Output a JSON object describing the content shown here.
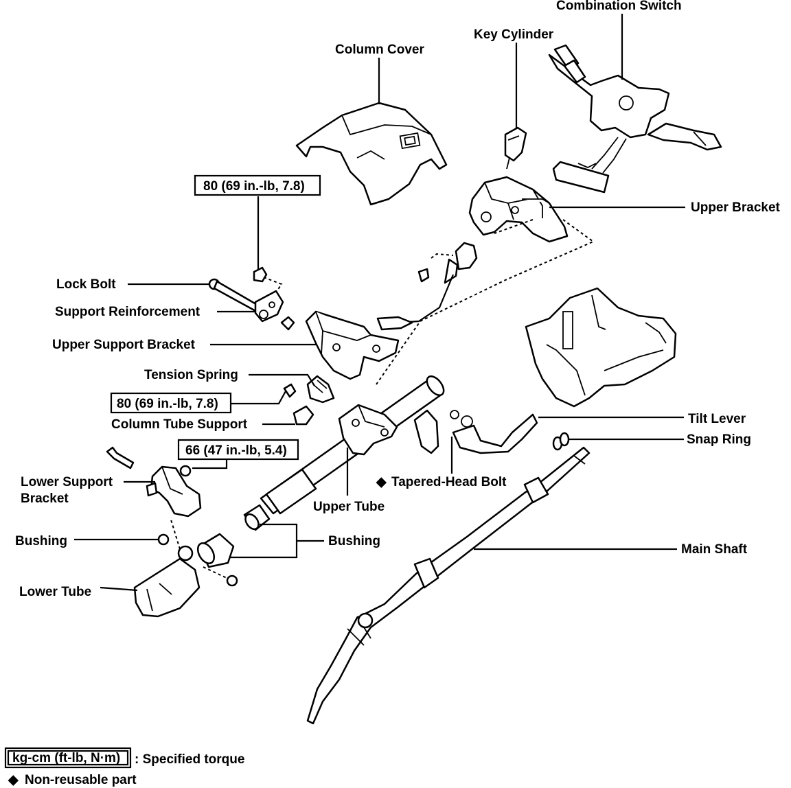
{
  "labels": {
    "combination_switch": "Combination Switch",
    "key_cylinder": "Key Cylinder",
    "column_cover": "Column Cover",
    "upper_bracket": "Upper Bracket",
    "lock_bolt": "Lock Bolt",
    "support_reinforcement": "Support Reinforcement",
    "upper_support_bracket": "Upper Support Bracket",
    "tension_spring": "Tension Spring",
    "column_tube_support": "Column Tube Support",
    "tilt_lever": "Tilt Lever",
    "snap_ring": "Snap Ring",
    "lower_support_bracket_line1": "Lower Support",
    "lower_support_bracket_line2": "Bracket",
    "tapered_head_bolt": "Tapered-Head Bolt",
    "upper_tube": "Upper Tube",
    "bushing_left": "Bushing",
    "bushing_right": "Bushing",
    "main_shaft": "Main Shaft",
    "lower_tube": "Lower Tube"
  },
  "torques": {
    "upper_support_bolt": "80 (69 in.-lb, 7.8)",
    "column_tube_support": "80 (69 in.-lb, 7.8)",
    "lower_support_bracket": "66 (47 in.-lb, 5.4)"
  },
  "legend": {
    "torque_unit": "kg-cm (ft-lb, N·m)",
    "torque_desc": ": Specified torque",
    "nonreusable_symbol": "◆",
    "nonreusable_desc": "Non-reusable part"
  }
}
